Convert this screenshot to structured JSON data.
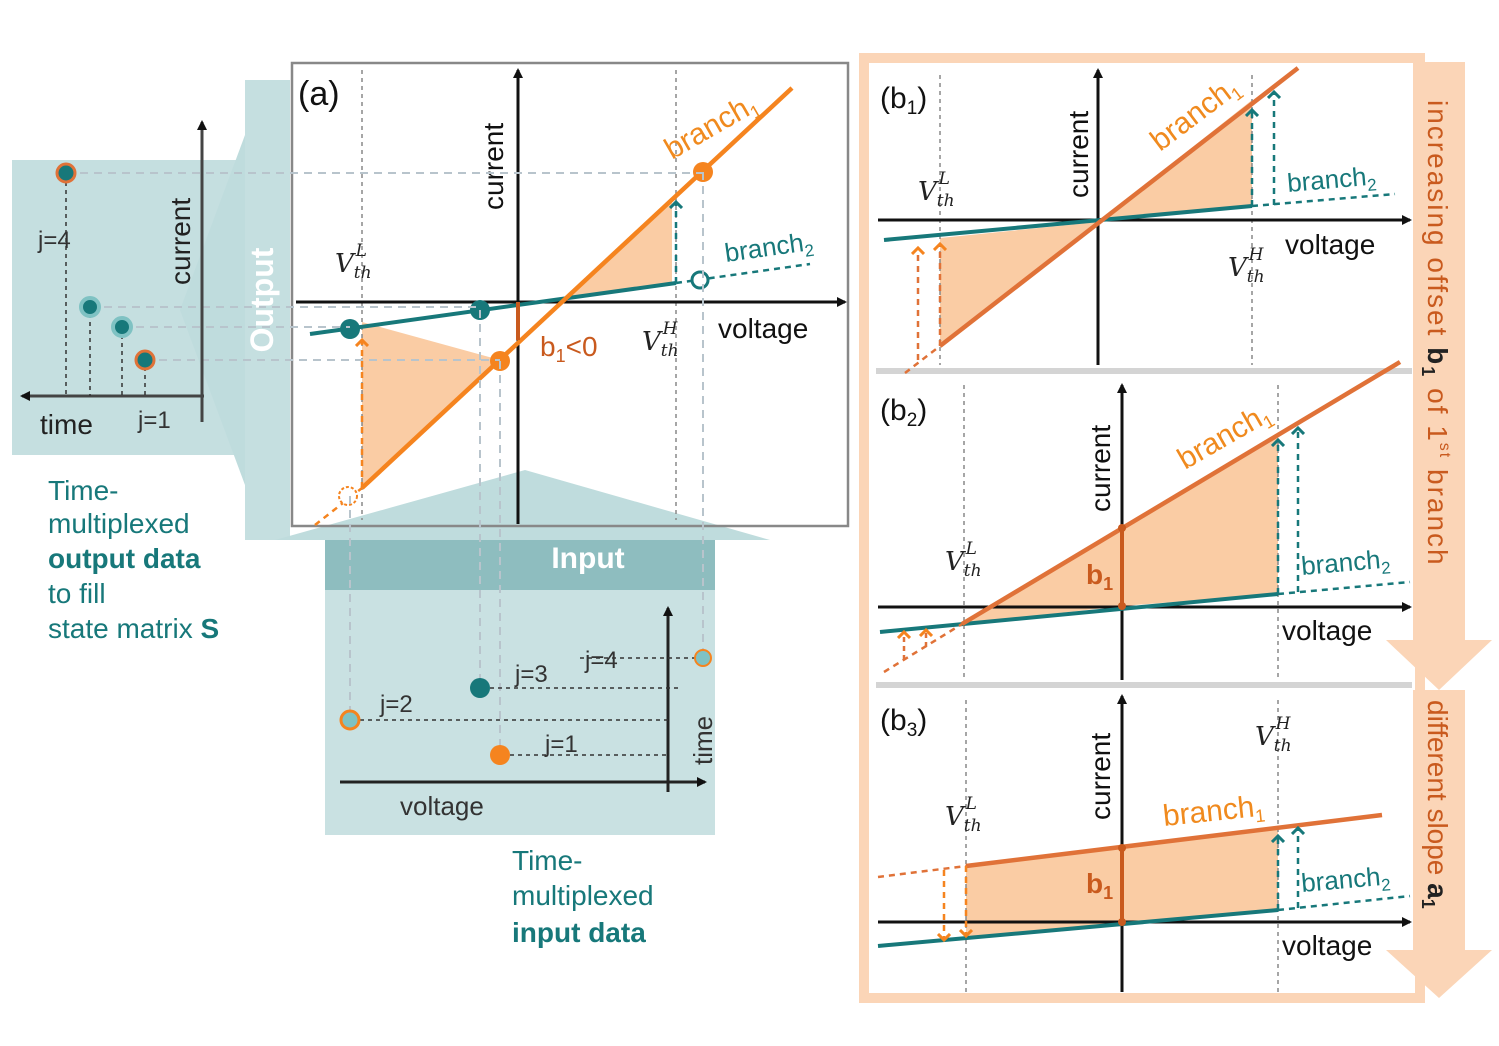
{
  "colors": {
    "teal": "#17787a",
    "orange": "#f5841f",
    "rust": "#e07238",
    "fill": "#f9c394",
    "bg_teal": "#bfdcdd",
    "bg_orange": "#fbd5b7"
  },
  "panel_a": {
    "tag": "(a)",
    "y_axis": "current",
    "x_axis": "voltage",
    "branch1": "branch",
    "branch1_sub": "1",
    "branch2": "branch",
    "branch2_sub": "2",
    "vthL": "V",
    "vthL_sub": "th",
    "vthL_sup": "L",
    "vthH": "V",
    "vthH_sub": "th",
    "vthH_sup": "H",
    "b1_label": "b",
    "b1_sub": "1",
    "b1_rest": "<0"
  },
  "output": {
    "arrow_label": "Output",
    "y_axis": "current",
    "x_axis": "time",
    "j_top": "j=4",
    "j_bottom": "j=1",
    "caption_line1": "Time-",
    "caption_line2": "multiplexed",
    "caption_bold": "output data",
    "caption_line4": "to fill",
    "caption_line5": "state matrix ",
    "caption_bold2": "S"
  },
  "input": {
    "arrow_label": "Input",
    "x_axis": "voltage",
    "y_axis": "time",
    "j1": "j=1",
    "j2": "j=2",
    "j3": "j=3",
    "j4": "j=4",
    "caption_line1": "Time-",
    "caption_line2": "multiplexed",
    "caption_bold": "input data"
  },
  "b1": {
    "tag": "(b",
    "tag_sub": "1",
    "tag_end": ")",
    "y_axis": "current",
    "x_axis": "voltage",
    "branch1": "branch",
    "branch1_sub": "1",
    "branch2": "branch",
    "branch2_sub": "2"
  },
  "b2": {
    "tag": "(b",
    "tag_sub": "2",
    "tag_end": ")",
    "y_axis": "current",
    "x_axis": "voltage",
    "branch1": "branch",
    "branch1_sub": "1",
    "branch2": "branch",
    "branch2_sub": "2",
    "b1_label": "b",
    "b1_sub": "1"
  },
  "b3": {
    "tag": "(b",
    "tag_sub": "3",
    "tag_end": ")",
    "y_axis": "current",
    "x_axis": "voltage",
    "branch1": "branch",
    "branch1_sub": "1",
    "branch2": "branch",
    "branch2_sub": "2",
    "b1_label": "b",
    "b1_sub": "1"
  },
  "side": {
    "top_text": "increasing offset ",
    "top_bold": "b",
    "top_bold_sub": "1",
    "top_mid": " of 1",
    "top_sup": "st",
    "top_end": " branch",
    "bottom_text": "different slope ",
    "bottom_bold": "a",
    "bottom_bold_sub": "1"
  }
}
